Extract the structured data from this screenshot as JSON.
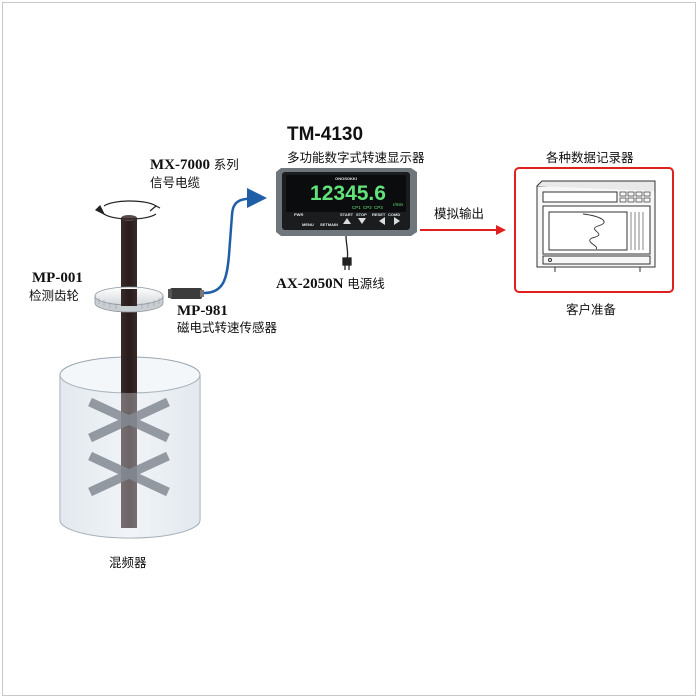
{
  "mixer": {
    "label": "混频器"
  },
  "gear": {
    "code": "MP-001",
    "name": "检测齿轮"
  },
  "cable": {
    "code": "MX-7000",
    "suffix": "系列",
    "name": "信号电缆"
  },
  "sensor": {
    "code": "MP-981",
    "name": "磁电式转速传感器"
  },
  "display": {
    "model": "TM-4130",
    "description": "多功能数字式转速显示器",
    "brand": "ONOSOKKI",
    "reading": "12345.6",
    "unit": "r/min",
    "indicators": [
      "CP1",
      "CP2",
      "CP3"
    ],
    "buttons_top": [
      "START",
      "STOP",
      "RESET",
      "COMD"
    ],
    "buttons_left": [
      "MENU",
      "SETMAIN"
    ],
    "power_label": "PWR"
  },
  "power_cord": {
    "code": "AX-2050N",
    "name": "电源线"
  },
  "output": {
    "label": "模拟输出",
    "arrow_color": "#e02020"
  },
  "recorder": {
    "title": "各种数据记录器",
    "caption": "客户准备",
    "box_color": "#e02020"
  },
  "colors": {
    "cable": "#1f5fa8",
    "shaft": "#2e1f1f",
    "tank_fill": "#eef3f7"
  }
}
